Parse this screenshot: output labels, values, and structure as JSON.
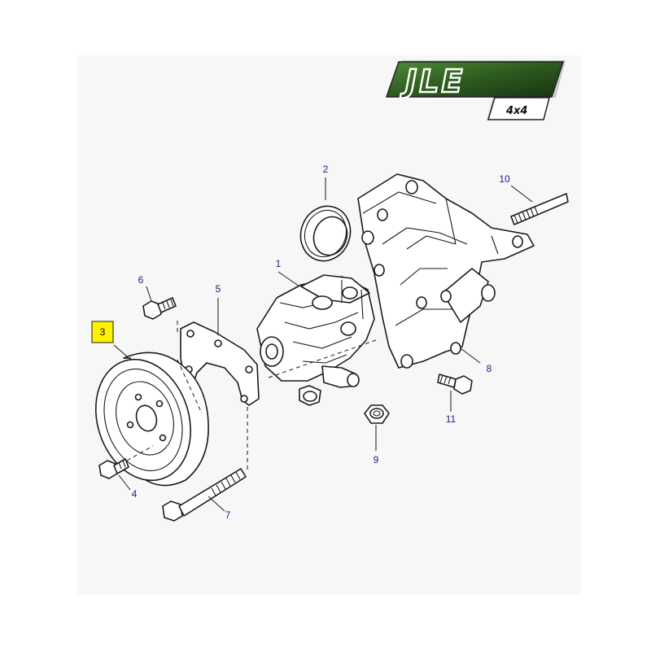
{
  "logo": {
    "main_text": "JLE",
    "sub_text": "4x4"
  },
  "colors": {
    "callout_text": "#1a237e",
    "highlight": "#fff200",
    "logo_green": "#2e5a1f",
    "panel_background": "#f7f7f7"
  },
  "callouts": {
    "c1": "1",
    "c2": "2",
    "c3": "3",
    "c4": "4",
    "c5": "5",
    "c6": "6",
    "c7": "7",
    "c8": "8",
    "c9": "9",
    "c10": "10",
    "c11": "11"
  },
  "highlighted_callout": "3"
}
